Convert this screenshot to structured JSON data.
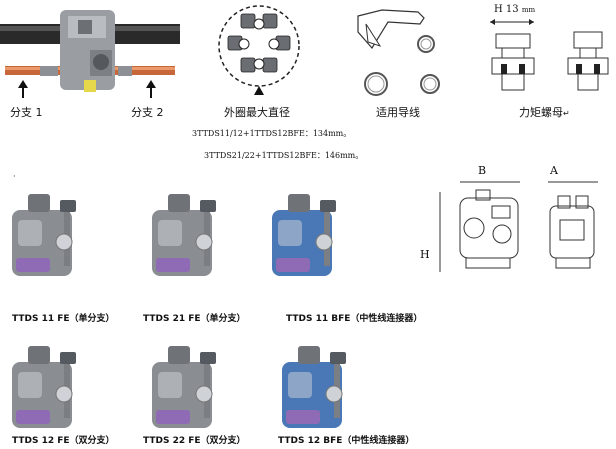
{
  "top": {
    "branch1": "分支 1",
    "branch2": "分支 2",
    "max_diameter": "外圈最大直径",
    "applicable_wire": "适用导线",
    "torque_nut": "力矩螺母",
    "torque_nut_mark": "↵",
    "h13": "H 13",
    "h13_unit": "mm"
  },
  "notes": [
    "3TTDS11/12+1TTDS12BFE：134mm。",
    "3TTDS21/22+1TTDS12BFE：146mm。"
  ],
  "dimensions": {
    "b": "B",
    "a": "A",
    "h": "H"
  },
  "products": [
    {
      "name": "TTDS 11 FE（单分支）",
      "color": "#8a8d92"
    },
    {
      "name": "TTDS 21 FE（单分支）",
      "color": "#8a8d92"
    },
    {
      "name": "TTDS 11 BFE（中性线连接器）",
      "color": "#4a78b6"
    },
    {
      "name": "TTDS 12 FE（双分支）",
      "color": "#8a8d92"
    },
    {
      "name": "TTDS 22 FE（双分支）",
      "color": "#8a8d92"
    },
    {
      "name": "TTDS 12 BFE（中性线连接器）",
      "color": "#4a78b6"
    }
  ],
  "stray_mark": "·"
}
